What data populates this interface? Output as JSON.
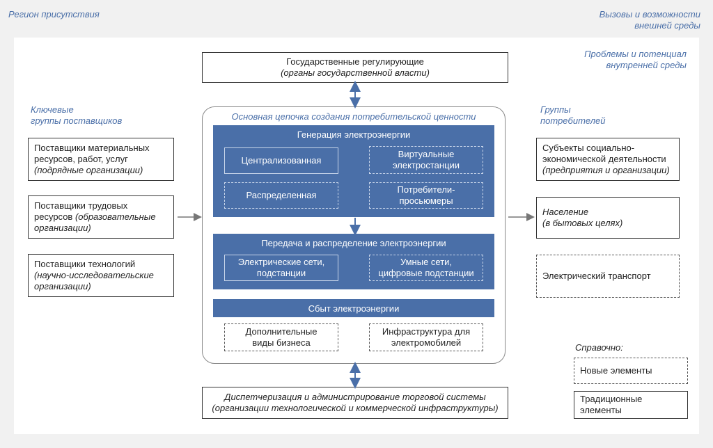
{
  "labels": {
    "region": "Регион присутствия",
    "external": [
      "Вызовы и возможности",
      "внешней среды"
    ],
    "internal": [
      "Проблемы и потенциал",
      "внутренней среды"
    ],
    "suppliers_title": [
      "Ключевые",
      "группы поставщиков"
    ],
    "consumers_title": [
      "Группы",
      "потребителей"
    ],
    "legend_title": "Справочно:"
  },
  "top_box": {
    "line1": "Государственные регулирующие",
    "line2": "(органы государственной власти)"
  },
  "bottom_box": {
    "line1": "Диспетчеризация и администрирование торговой системы",
    "line2": "(организации технологической и коммерческой инфраструктуры)"
  },
  "chain": {
    "title": "Основная цепочка создания потребительской ценности",
    "generation": {
      "title": "Генерация электроэнергии",
      "centralized": "Централизованная",
      "virtual": [
        "Виртуальные",
        "электростанции"
      ],
      "distributed": "Распределенная",
      "prosumers": [
        "Потребители-",
        "просьюмеры"
      ]
    },
    "transmission": {
      "title": "Передача и распределение электроэнергии",
      "grids": [
        "Электрические сети,",
        "подстанции"
      ],
      "smart": [
        "Умные сети,",
        "цифровые подстанции"
      ]
    },
    "sales": {
      "title": "Сбыт электроэнергии"
    },
    "additional": [
      "Дополнительные",
      "виды бизнеса"
    ],
    "ev_infra": [
      "Инфраструктура для",
      "электромобилей"
    ]
  },
  "suppliers": [
    {
      "lines": [
        "Поставщики материальных",
        "ресурсов, работ, услуг"
      ],
      "italic": "(подрядные организации)"
    },
    {
      "lines": [
        "Поставщики трудовых",
        "ресурсов"
      ],
      "italic_inline": "(образовательные",
      "italic": "организации)"
    },
    {
      "lines": [
        "Поставщики технологий"
      ],
      "italic": [
        "(научно-исследовательские",
        "организации)"
      ]
    }
  ],
  "consumers": [
    {
      "lines": [
        "Субъекты социально-",
        "экономической деятельности"
      ],
      "italic": "(предприятия и организации)"
    },
    {
      "lines": [
        "Население"
      ],
      "italic": "(в бытовых целях)"
    },
    {
      "lines": [
        "Электрический транспорт"
      ]
    }
  ],
  "legend": {
    "new": "Новые элементы",
    "traditional": [
      "Традиционные",
      "элементы"
    ]
  },
  "colors": {
    "accent": "#4a6fa8",
    "background": "#f1f1f1"
  }
}
